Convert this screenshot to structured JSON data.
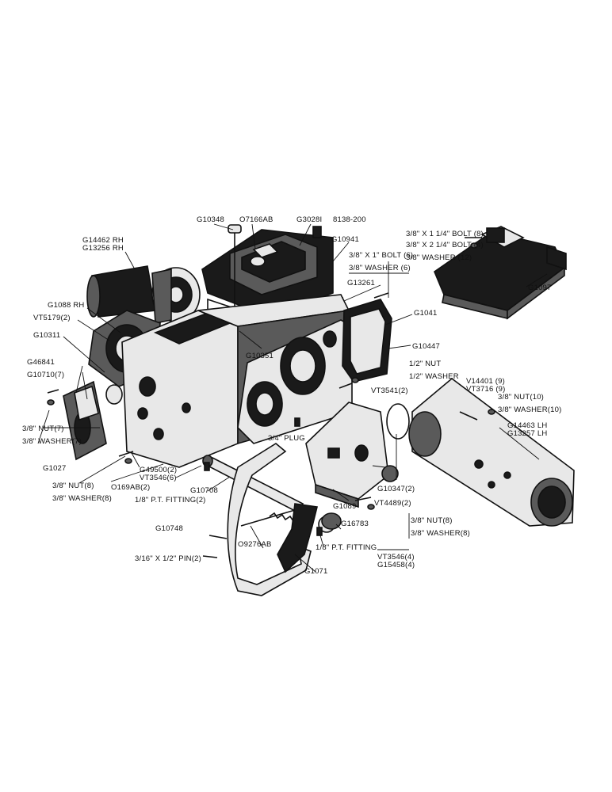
{
  "diagram": {
    "labels": {
      "g10348": "G10348",
      "o7166ab": "O7166AB",
      "g3028i": "G3028I",
      "b138_200": "8138-200",
      "g14462rh": "G14462 RH",
      "g13256rh": "G13256 RH",
      "bolt8": "3/8\" X 1 1/4\" BOLT (8)",
      "bolt4": "3/8\" X 2 1/4\" BOLT (4)",
      "washer12": "3/8\" WASHER (12)",
      "g1097": "G1097",
      "g10941": "G10941",
      "bolt6": "3/8\" X 1\" BOLT (6)",
      "washer6": "3/8\" WASHER (6)",
      "g13261": "G13261",
      "g1088rh": "G1088 RH",
      "vt5179": "VT5179(2)",
      "g10311": "G10311",
      "g1041": "G1041",
      "g10447": "G10447",
      "g10351": "G10351",
      "g46841": "G46841",
      "g10710": "G10710(7)",
      "nut_a": "1/2\" NUT",
      "washer_a": "1/2\" WASHER",
      "vt3541": "VT3541(2)",
      "v14401": "V14401 (9)",
      "vt3716": "VT3716 (9)",
      "nut10": "3/8\" NUT(10)",
      "washer10": "3/8\" WASHER(10)",
      "nut7": "3/8\" NUT(7)",
      "washer7": "3/8\" WASHER(7)",
      "plug": "3/4\" PLUG",
      "g14463lh": "G14463 LH",
      "g13257lh": "G13257 LH",
      "g1027": "G1027",
      "g49500": "G49500(2)",
      "vt3546_6": "VT3546(6)",
      "g10347": "G10347(2)",
      "o169ab": "O169AB(2)",
      "nut8a": "3/8\" NUT(8)",
      "washer8a": "3/8\" WASHER(8)",
      "ptfitting2": "1/8\" P.T. FITTING(2)",
      "g10708": "G10708",
      "g1089": "G1089",
      "vt4489": "VT4489(2)",
      "nut8b": "3/8\" NUT(8)",
      "washer8b": "3/8\" WASHER(8)",
      "g10748": "G10748",
      "o9276ab": "O9276AB",
      "g16783": "G16783",
      "ptfitting": "1/8\" P.T. FITTING",
      "vt3546_4": "VT3546(4)",
      "g15458": "G15458(4)",
      "pin2": "3/16\" X 1/2\" PIN(2)",
      "g1071": "G1071"
    }
  }
}
